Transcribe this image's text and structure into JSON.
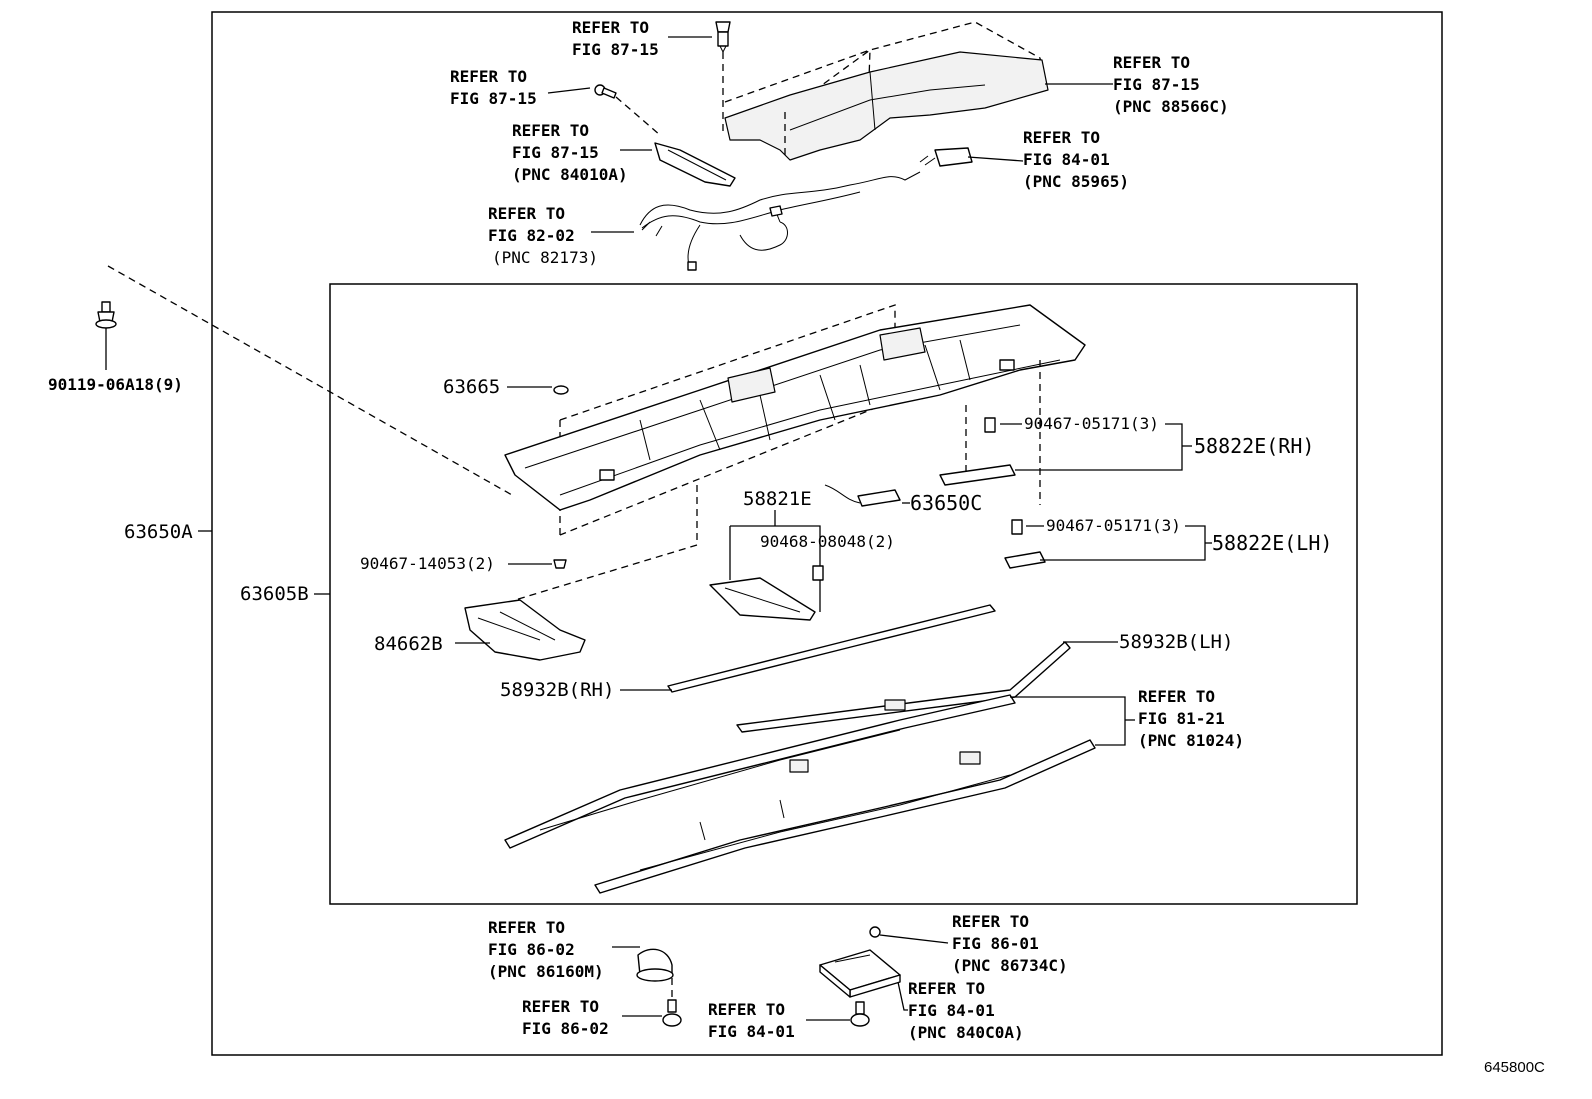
{
  "diagram_code": "645800C",
  "callouts": {
    "clip_top": [
      "REFER TO",
      "FIG 87-15"
    ],
    "bolt_top": [
      "REFER TO",
      "FIG 87-15"
    ],
    "seal_top": [
      "REFER TO",
      "FIG 87-15",
      "(PNC 88566C)"
    ],
    "bracket_84010a": [
      "REFER TO",
      "FIG 87-15",
      "(PNC 84010A)"
    ],
    "module_85965": [
      "REFER TO",
      "FIG 84-01",
      "(PNC 85965)"
    ],
    "harness_82173": [
      "REFER TO",
      "FIG 82-02",
      "(PNC 82173)"
    ],
    "rail_81024": [
      "REFER TO",
      "FIG 81-21",
      "(PNC 81024)"
    ],
    "horn_86160m": [
      "REFER TO",
      "FIG 86-02",
      "(PNC 86160M)"
    ],
    "bolt_86_02": [
      "REFER TO",
      "FIG 86-02"
    ],
    "nut_86734c": [
      "REFER TO",
      "FIG 86-01",
      "(PNC 86734C)"
    ],
    "ecu_840c0a": [
      "REFER TO",
      "FIG 84-01",
      "(PNC 840C0A)"
    ],
    "bolt_84_01": [
      "REFER TO",
      "FIG 84-01"
    ]
  },
  "parts": {
    "p90119": "90119-06A18(9)",
    "p63650a": "63650A",
    "p63605b": "63605B",
    "p63665": "63665",
    "p90467_14053": "90467-14053(2)",
    "p84662b": "84662B",
    "p58932b_rh": "58932B(RH)",
    "p58932b_lh": "58932B(LH)",
    "p58821e": "58821E",
    "p90468_08048": "90468-08048(2)",
    "p63650c": "63650C",
    "p90467_05171_rh": "90467-05171(3)",
    "p90467_05171_lh": "90467-05171(3)",
    "p58822e_rh": "58822E(RH)",
    "p58822e_lh": "58822E(LH)"
  }
}
